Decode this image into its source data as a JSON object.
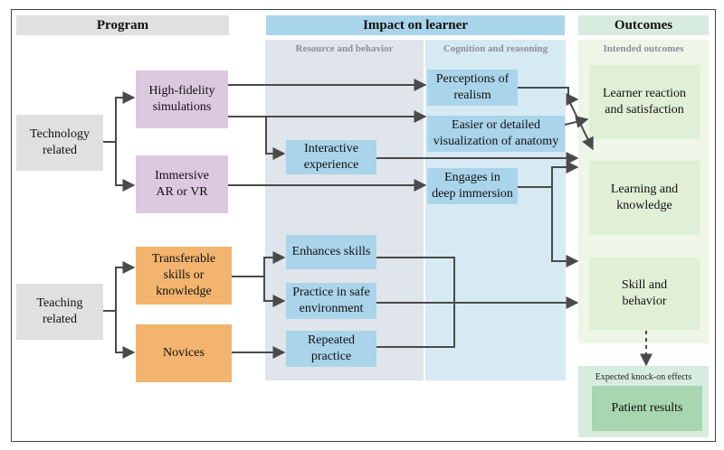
{
  "headers": {
    "program": "Program",
    "impact": "Impact on learner",
    "outcomes": "Outcomes"
  },
  "subheaders": {
    "resource": "Resource and behavior",
    "cognition": "Cognition and reasoning",
    "intended": "Intended outcomes",
    "knockon": "Expected knock-on effects"
  },
  "program": {
    "technology": "Technology\nrelated",
    "teaching": "Teaching\nrelated",
    "high_fidelity": "High-fidelity\nsimulations",
    "immersive": "Immersive\nAR or VR",
    "transferable": "Transferable\nskills or\nknowledge",
    "novices": "Novices"
  },
  "resource": {
    "interactive": "Interactive\nexperience",
    "enhances": "Enhances skills",
    "practice": "Practice in safe\nenvironment",
    "repeated": "Repeated\npractice"
  },
  "cognition": {
    "perceptions": "Perceptions of\nrealism",
    "visualization": "Easier or detailed\nvisualization of anatomy",
    "immersion": "Engages in\ndeep immersion"
  },
  "outcomes": {
    "reaction": "Learner reaction\nand satisfaction",
    "learning": "Learning and\nknowledge",
    "skill": "Skill and\nbehavior",
    "patient": "Patient results"
  },
  "colors": {
    "program_header": "#e0e0e0",
    "impact_header": "#a9d5ea",
    "outcomes_header": "#d7ecdf",
    "technology_box": "#dcc9df",
    "teaching_box": "#f2b46e",
    "impact_box": "#aad4ea",
    "outcome_box": "#e0efd6",
    "patient_box": "#a7d6b0",
    "arrow": "#4a4a4a"
  }
}
